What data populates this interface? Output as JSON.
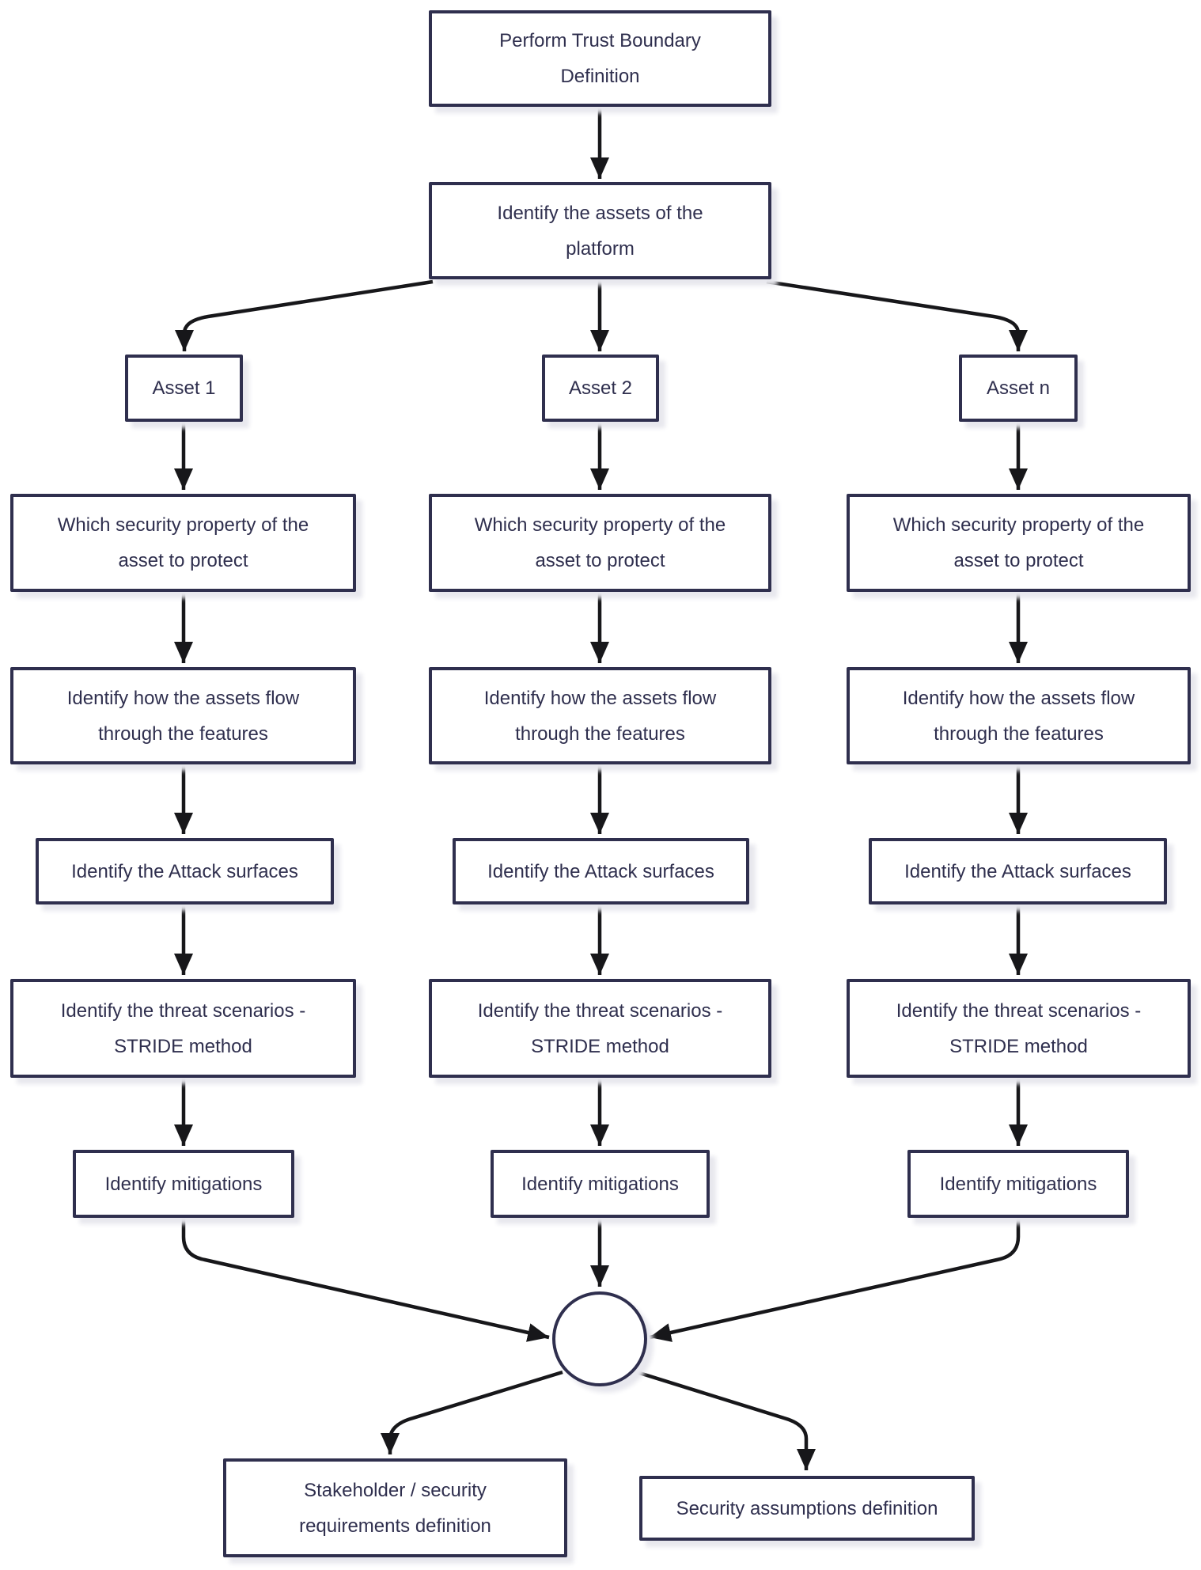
{
  "diagram": {
    "nodes": {
      "trust_boundary": "Perform Trust Boundary Definition",
      "identify_assets": "Identify the assets of the platform"
    },
    "assets": [
      "Asset 1",
      "Asset 2",
      "Asset n"
    ],
    "steps": {
      "security_property": "Which security property of the asset to protect",
      "asset_flow": "Identify how the assets flow through the features",
      "attack_surfaces": "Identify the Attack surfaces",
      "threat_scenarios": "Identify the threat scenarios - STRIDE method",
      "mitigations": "Identify mitigations"
    },
    "outputs": {
      "stakeholder": "Stakeholder / security requirements definition",
      "assumptions": "Security assumptions definition"
    },
    "colors": {
      "node_border": "#2f2f4e",
      "node_text": "#2f2f4e",
      "node_fill": "#ffffff",
      "connector": "#17171a",
      "shadow": "#e8e8ee"
    }
  }
}
